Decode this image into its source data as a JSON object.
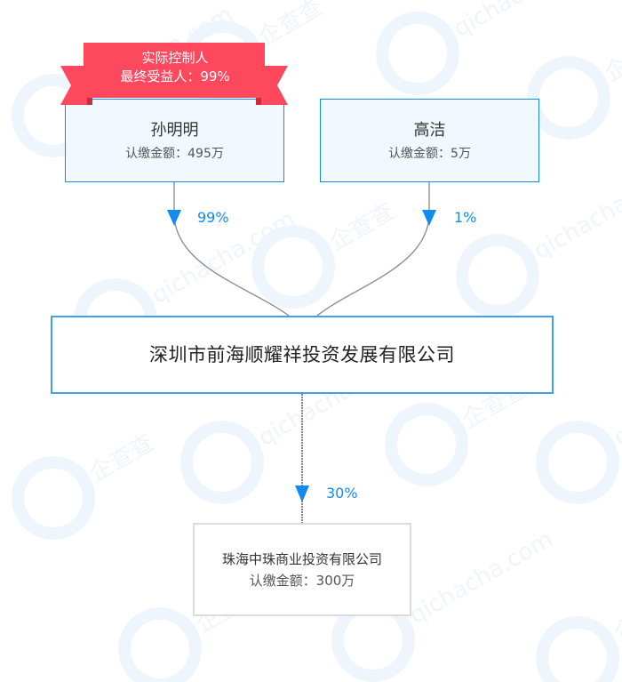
{
  "watermark": {
    "text": "qichacha.com",
    "brand": "企查查"
  },
  "colors": {
    "accent": "#128bed",
    "ribbon": "#fd485e",
    "ribbon_dark": "#c72c3f",
    "node_fill": "#f2f8ff",
    "child_border": "#dcdcdc"
  },
  "badge": {
    "line1": "实际控制人",
    "line2": "最终受益人：99%"
  },
  "shareholders": [
    {
      "name": "孙明明",
      "amount": "认缴金额：495万",
      "percent": "99%"
    },
    {
      "name": "高洁",
      "amount": "认缴金额：5万",
      "percent": "1%"
    }
  ],
  "company": {
    "name": "深圳市前海顺耀祥投资发展有限公司"
  },
  "investments": [
    {
      "name": "珠海中珠商业投资有限公司",
      "amount": "认缴金额：300万",
      "percent": "30%"
    }
  ]
}
